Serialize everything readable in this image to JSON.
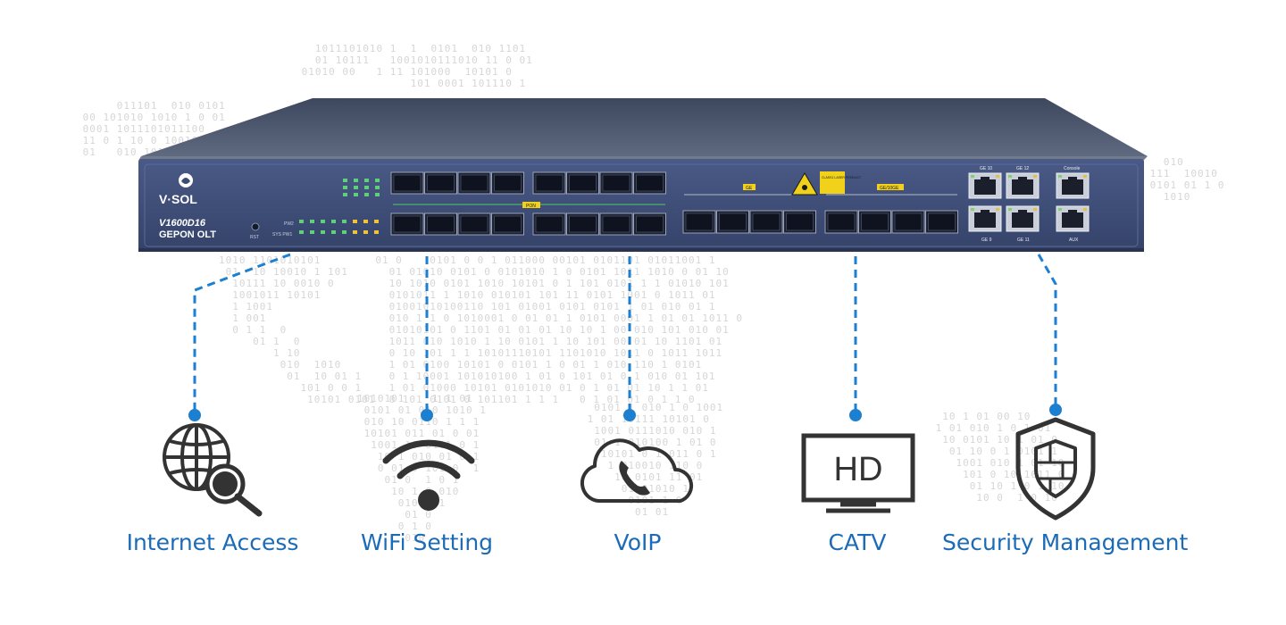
{
  "device": {
    "brand": "V·SOL",
    "model": "V1600D16",
    "type": "GEPON OLT",
    "rst_label": "RST",
    "pw2_label": "PW2",
    "sys_pw1_label": "SYS PW1",
    "pon_label": "PON",
    "ge_label": "GE",
    "ge10_label": "GE/10GE",
    "laser_label": "CLASS1 LASER PRODUCT",
    "ge10_port": "GE 10",
    "ge12_port": "GE 12",
    "ge9_port": "GE 9",
    "ge11_port": "GE 11",
    "console_label": "Console",
    "aux_label": "AUX"
  },
  "features": [
    {
      "label": "Internet Access",
      "icon": "globe-search-icon"
    },
    {
      "label": "WiFi Setting",
      "icon": "wifi-icon"
    },
    {
      "label": "VoIP",
      "icon": "cloud-phone-icon"
    },
    {
      "label": "CATV",
      "icon": "hd-tv-icon",
      "icon_text": "HD"
    },
    {
      "label": "Security Management",
      "icon": "shield-icon"
    }
  ],
  "colors": {
    "accent": "#1c6bb7",
    "connector": "#1c7fd0",
    "panel": "#3e4c74",
    "icon": "#333333"
  }
}
